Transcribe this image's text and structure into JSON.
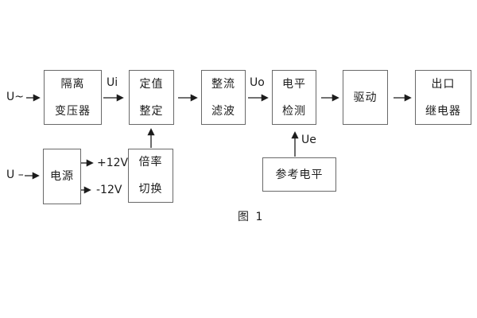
{
  "figure": {
    "caption": "图 1",
    "colors": {
      "background": "#ffffff",
      "frame": "#696969",
      "ink": "#1c1c1c",
      "wire": "#1c1c1c"
    },
    "blocks": {
      "isolation_transformer": {
        "lines": [
          "隔离",
          "变压器"
        ]
      },
      "setting_adjust": {
        "lines": [
          "定值",
          "整定"
        ]
      },
      "rectifier_filter": {
        "lines": [
          "整流",
          "滤波"
        ]
      },
      "level_detect": {
        "lines": [
          "电平",
          "检测"
        ]
      },
      "driver": {
        "lines": [
          "驱动"
        ]
      },
      "output_relay": {
        "lines": [
          "出口",
          "继电器"
        ]
      },
      "power_supply": {
        "lines": [
          "电源"
        ]
      },
      "ratio_switch": {
        "lines": [
          "倍率",
          "切换"
        ]
      },
      "reference_level": {
        "lines": [
          "参考电平"
        ]
      }
    },
    "signals": {
      "input_ac": "U~",
      "input_dc": "U –",
      "ui": "Ui",
      "uo": "Uo",
      "ue": "Ue",
      "plus_12v": "+12V",
      "minus_12v": "-12V"
    }
  }
}
